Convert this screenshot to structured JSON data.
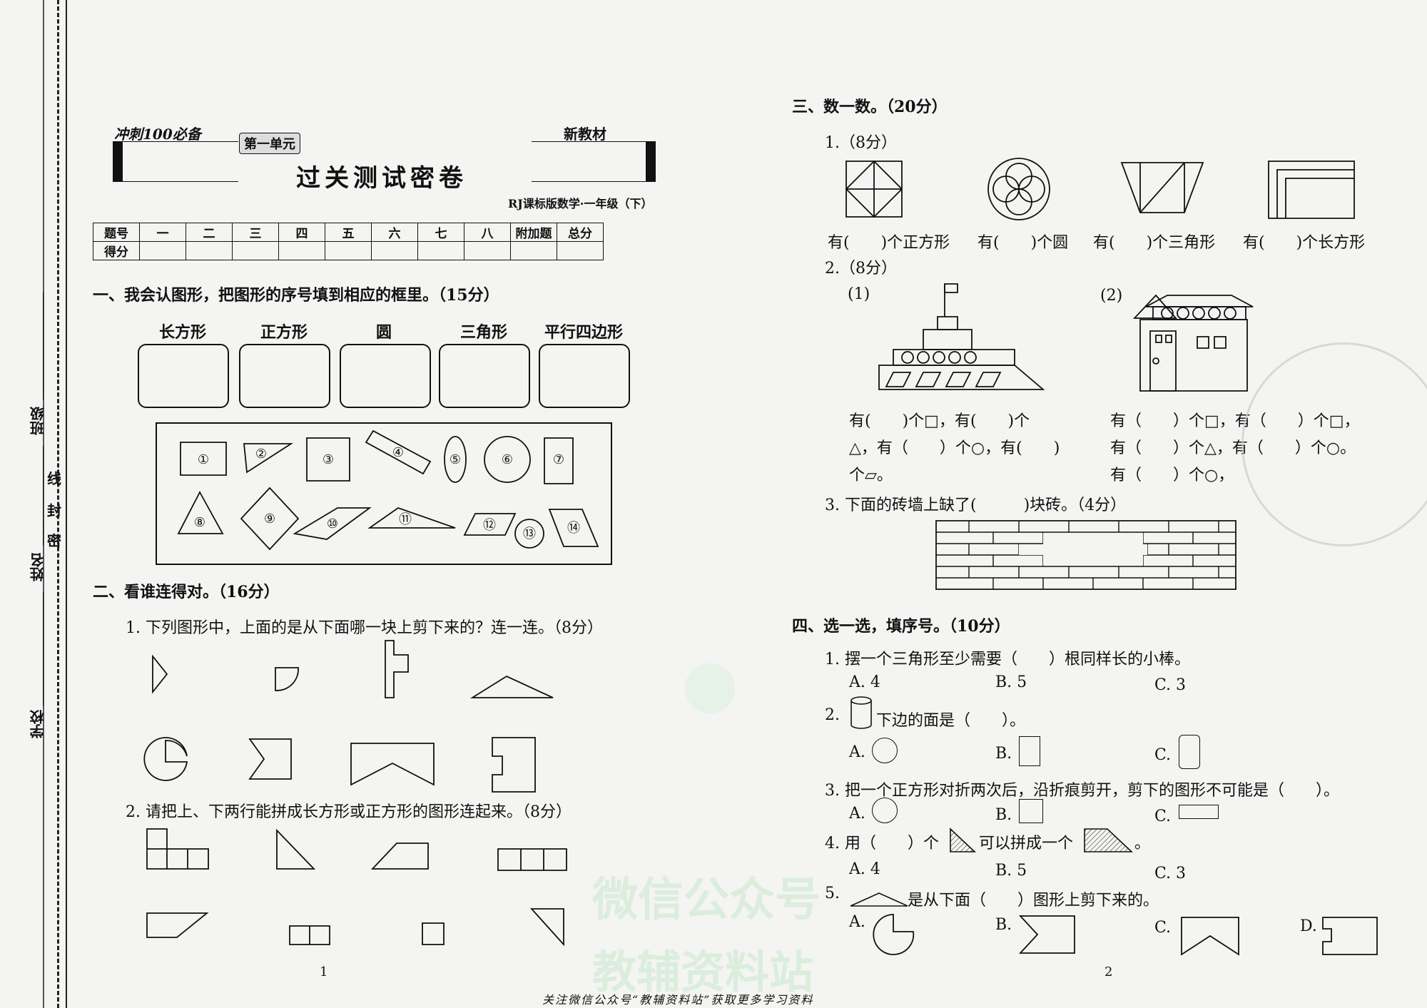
{
  "header": {
    "brand": "冲刺100必备",
    "unit_badge": "第一单元",
    "title": "过关测试密卷",
    "new_material": "新教材",
    "edition": "RJ课标版数学·一年级（下）"
  },
  "side_binding": {
    "class_label": "班级",
    "line_word": "线",
    "seal_word": "封",
    "secret_word": "密",
    "name_label": "姓名",
    "school_label": "学校"
  },
  "score_table": {
    "headers": [
      "题号",
      "一",
      "二",
      "三",
      "四",
      "五",
      "六",
      "七",
      "八",
      "附加题",
      "总分"
    ],
    "row_label": "得分"
  },
  "s1": {
    "title": "一、我会认图形，把图形的序号填到相应的框里。（15分）",
    "categories": [
      "长方形",
      "正方形",
      "圆",
      "三角形",
      "平行四边形"
    ],
    "shape_numbers": [
      "①",
      "②",
      "③",
      "④",
      "⑤",
      "⑥",
      "⑦",
      "⑧",
      "⑨",
      "⑩",
      "⑪",
      "⑫",
      "⑬",
      "⑭"
    ]
  },
  "s2": {
    "title": "二、看谁连得对。（16分）",
    "q1": "1. 下列图形中，上面的是从下面哪一块上剪下来的？连一连。（8分）",
    "q2": "2. 请把上、下两行能拼成长方形或正方形的图形连起来。（8分）"
  },
  "page_numbers": [
    "1",
    "2"
  ],
  "s3": {
    "title": "三、数一数。（20分）",
    "q1": "1.（8分）",
    "q1_answers": [
      "有(　　)个正方形",
      "有(　　)个圆",
      "有(　　)个三角形",
      "有(　　)个长方形"
    ],
    "q2": "2.（8分）",
    "q2_sub1": "(1)",
    "q2_sub2": "(2)",
    "q2_left": [
      "有(　　)个□，有(　　)个",
      "△，有（　　）个○，有(　　)",
      "个▱。"
    ],
    "q2_right": [
      "有（　　）个□，有（　　）个□，",
      "有（　　）个○，",
      "有（　　）个△，有（　　）个○。"
    ],
    "q3": "3. 下面的砖墙上缺了(　　　)块砖。（4分）"
  },
  "s4": {
    "title": "四、选一选，填序号。（10分）",
    "q1": "1. 摆一个三角形至少需要（　　）根同样长的小棒。",
    "q1_opts": [
      "A. 4",
      "B. 5",
      "C. 3"
    ],
    "q2_num": "2.",
    "q2_text": "下边的面是（　　）。",
    "q2_opts": [
      "A.",
      "B.",
      "C."
    ],
    "q3": "3. 把一个正方形对折两次后，沿折痕剪开，剪下的图形不可能是（　　）。",
    "q3_opts": [
      "A.",
      "B.",
      "C."
    ],
    "q4_a": "4. 用（　　）个",
    "q4_b": "可以拼成一个",
    "q4_c": "。",
    "q4_opts": [
      "A. 4",
      "B. 5",
      "C. 3"
    ],
    "q5_num": "5.",
    "q5_text": "是从下面（　　）图形上剪下来的。",
    "q5_opts": [
      "A.",
      "B.",
      "C.",
      "D."
    ]
  },
  "watermark": {
    "line1": "微信公众号",
    "line2": "教辅资料站"
  },
  "footer": "关注微信公众号“教辅资料站”获取更多学习资料"
}
